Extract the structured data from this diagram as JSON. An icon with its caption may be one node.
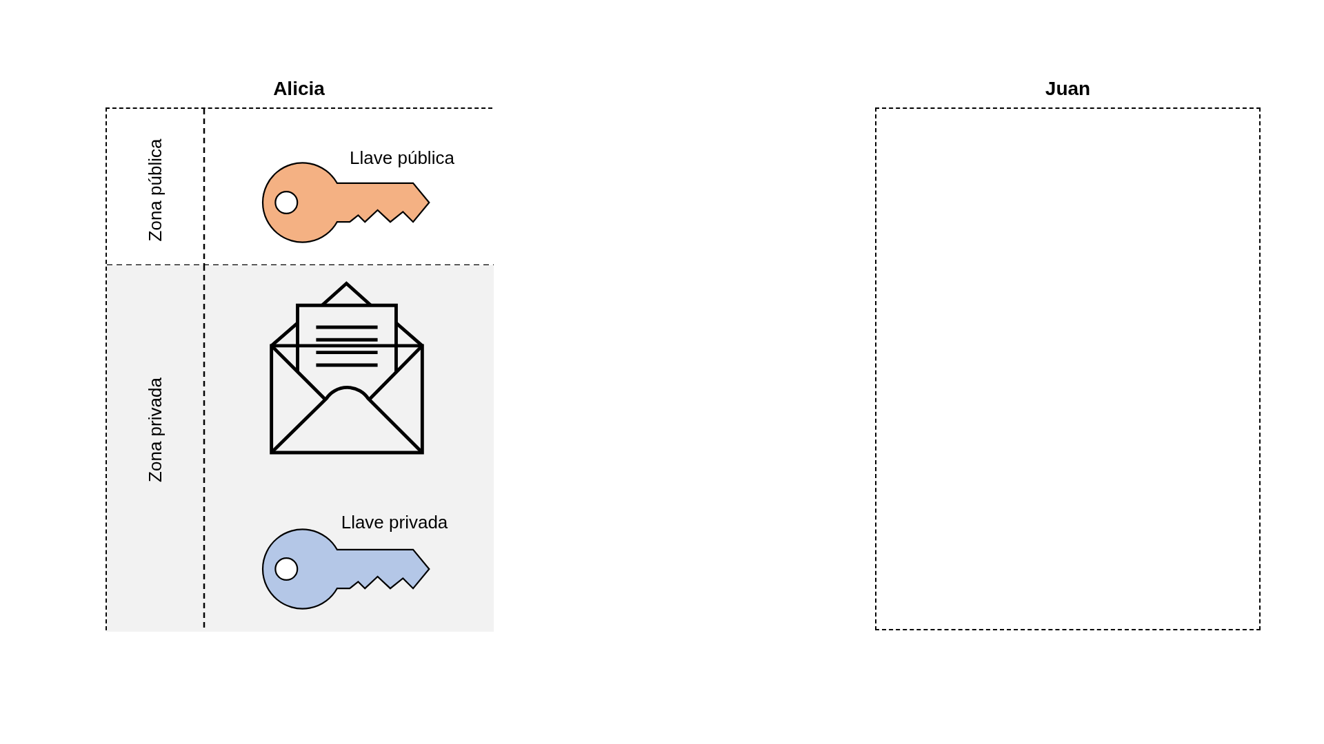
{
  "diagram": {
    "nodes": [
      {
        "text": [
          "Alicia"
        ]
      },
      {
        "text": [
          "Zona pública"
        ],
        "in": 0
      },
      {
        "text": [
          "Zona privada"
        ],
        "in": 0
      },
      {
        "text": [
          "Juan"
        ]
      }
    ],
    "labels": [
      "Llave pública",
      "Llave privada"
    ]
  }
}
